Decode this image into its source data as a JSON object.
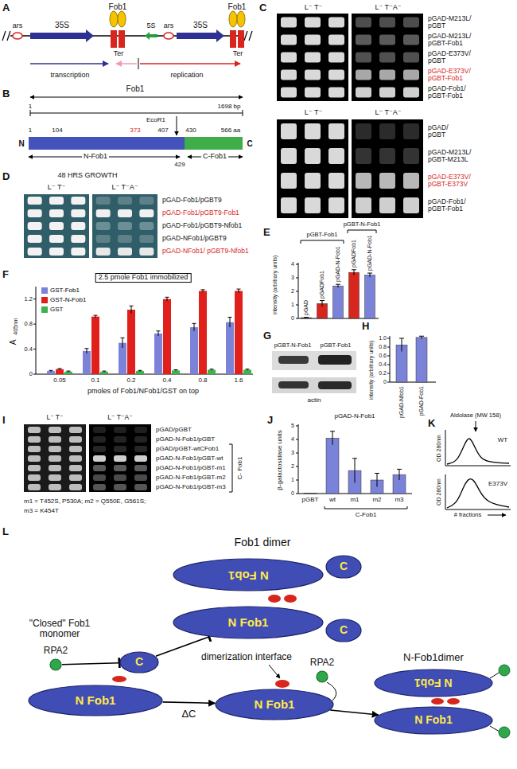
{
  "diagram": {
    "nodes": [
      {
        "text": [
          "N Fob1"
        ]
      },
      {
        "text": [
          "C"
        ]
      },
      {
        "text": [
          "N Fob1"
        ]
      },
      {
        "text": [
          "C"
        ]
      },
      {
        "text": [
          "RPA2"
        ]
      },
      {
        "text": [
          "C"
        ]
      },
      {
        "text": [
          "N Fob1"
        ]
      },
      {
        "text": [
          "N Fob1"
        ]
      },
      {
        "text": [
          "RPA2"
        ]
      },
      {
        "text": [
          "N Fob1"
        ]
      },
      {
        "text": [
          "N Fob1"
        ]
      }
    ],
    "edges": [
      {
        "from": 4,
        "to": 5,
        "arrow": "to"
      },
      {
        "from": 5,
        "to": 2,
        "arrow": "to"
      },
      {
        "from": 6,
        "to": 7,
        "label": "ΔC",
        "arrow": "to"
      },
      {
        "from": 7,
        "to": 10,
        "arrow": "to"
      }
    ],
    "labels": [
      "A",
      "ars",
      "35S",
      "Fob1",
      "Ter",
      "5S",
      "ars",
      "35S",
      "Fob1",
      "Ter",
      "transcription",
      "replication",
      "B",
      "Fob1",
      "1",
      "1698 bp",
      "EcoR1",
      "1",
      "104",
      "373",
      "407",
      "430",
      "566 aa",
      "N",
      "C",
      "N-Fob1",
      "429",
      "C-Fob1",
      "C",
      "L⁻ T⁻",
      "L⁻ T⁻A⁻",
      "pGAD-M213L/ pGBT",
      "pGAD-M213L/ pGBT-Fob1",
      "pGAD-E373V/ pGBT",
      "pGAD-E373V/ pGBT-Fob1",
      "pGAD-Fob1/ pGBT-Fob1",
      "L⁻ T⁻",
      "L⁻ T⁻A⁻",
      "pGAD/ pGBT",
      "pGAD-M213L/ pGBT-M213L",
      "pGAD-E373V/ pGBT-E373V",
      "pGAD-Fob1/ pGBT-Fob1",
      "D",
      "48 HRS GROWTH",
      "L⁻ T⁻",
      "L⁻ T⁻A⁻",
      "pGAD-Fob1/pGBT9",
      "pGAD-Fob1/pGBT9-Fob1",
      "pGAD-Fob1/pGBT9-Nfob1",
      "pGAD-NFob1/pGBT9",
      "pGAD-NFob1/ pGBT9-Nfob1",
      "E",
      "pGBT-N-Fob1",
      "pGBT-Fob1",
      "intensity (arbitrary units)",
      "0",
      "1",
      "2",
      "3",
      "4",
      "pGAD",
      "pGADFob1",
      "pGAD-N-Fob1",
      "pGADFob1",
      "pGAD-N-Fob1",
      "F",
      "2.5 pmole Fob1 immobilized",
      "A",
      "405nm",
      "0",
      "0.4",
      "0.8",
      "1.2",
      "0.05",
      "0.1",
      "0.2",
      "0.4",
      "0.8",
      "1.6",
      "pmoles of Fob1/NFob1/GST on top",
      "G",
      "pGBT-N-Fob1",
      "pGBT-Fob1",
      "actin",
      "H",
      "intensity (arbitrary units)",
      "0",
      "0.2",
      "0.4",
      "0.6",
      "0.8",
      "1.0",
      "pGAD-Nfob1",
      "pGAD-Fob1",
      "I",
      "L⁻ T⁻",
      "L⁻ T⁻A⁻",
      "pGAD/pGBT",
      "pGAD-N-Fob1/pGBT",
      "pGAD/pGBT-wtCFob1",
      "pGAD-N-Fob1/pGBT-wt",
      "pGAD-N-Fob1/pGBT-m1",
      "pGAD-N-Fob1/pGBT-m2",
      "pGAD-N-Fob1/pGBT-m3",
      "C- Fob1",
      "m1 = T452S, P530A; m2 = Q550E, G561S;",
      "m3 = K454T",
      "J",
      "pGAD-N-Fob1",
      "β-galactosidase units",
      "0",
      "1",
      "2",
      "3",
      "4",
      "5",
      "pGBT",
      "wt",
      "m1",
      "m2",
      "m3",
      "C-Fob1",
      "K",
      "Aldolase (MW 158)",
      "WT",
      "OD 280nm",
      "E373V",
      "OD 280nm",
      "# fractions",
      "L",
      "Fob1 dimer",
      "\"Closed\" Fob1 monomer",
      "dimerization interface",
      "N-Fob1dimer"
    ],
    "legend": [
      {
        "text": "GST-Fob1",
        "color": "#7b83d9"
      },
      {
        "text": "GST-N-Fob1",
        "color": "#e0201b"
      },
      {
        "text": "GST",
        "color": "#3cb44b"
      }
    ]
  }
}
